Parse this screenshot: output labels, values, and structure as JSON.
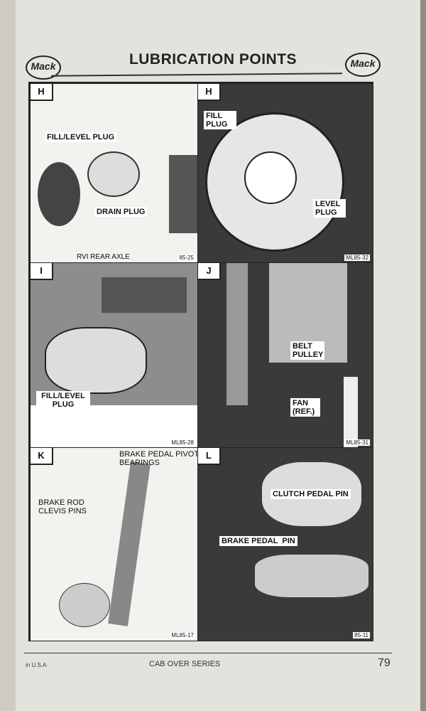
{
  "header": {
    "title": "LUBRICATION POINTS",
    "logo_text": "Mack"
  },
  "panels": [
    {
      "letter": "H",
      "labels": [
        "FILL/LEVEL PLUG",
        "DRAIN PLUG"
      ],
      "caption": "RVI REAR AXLE",
      "code": "85-25"
    },
    {
      "letter": "H",
      "labels": [
        "FILL PLUG",
        "LEVEL PLUG"
      ],
      "code": "ML85-32"
    },
    {
      "letter": "I",
      "labels": [
        "FILL/LEVEL PLUG"
      ],
      "code": "ML85-28"
    },
    {
      "letter": "J",
      "labels": [
        "BELT PULLEY",
        "FAN (REF.)"
      ],
      "code": "ML85-31"
    },
    {
      "letter": "K",
      "labels": [
        "BRAKE PEDAL PIVOT BEARINGS",
        "BRAKE ROD CLEVIS PINS"
      ],
      "code": "ML85-17"
    },
    {
      "letter": "L",
      "labels": [
        "CLUTCH PEDAL PIN",
        "BRAKE PEDAL  PIN"
      ],
      "code": "85-11"
    }
  ],
  "footer": {
    "left": "in U.S.A",
    "center": "CAB OVER SERIES",
    "page": "79"
  }
}
